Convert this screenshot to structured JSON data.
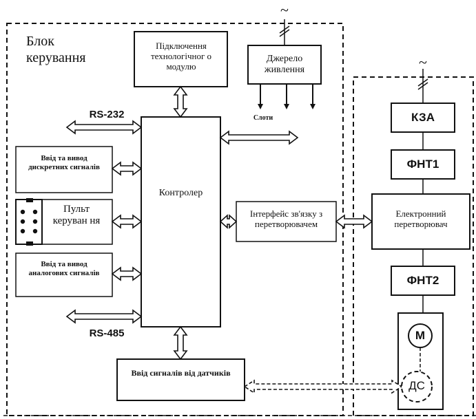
{
  "diagram": {
    "control_unit_title": "Блок керування",
    "tech_module": "Підключення технологічног о модулю",
    "power_source": "Джерело живлення",
    "ac_symbol": "~",
    "slots": "Слоти",
    "rs232": "RS-232",
    "rs485": "RS-485",
    "controller": "Контролер",
    "discrete_io": "Ввід та вивод дискретних сигналів",
    "control_panel": "Пульт керуван ня",
    "analog_io": "Ввід та вивод аналогових сигналів",
    "sensor_input": "Ввід сигналів від датчиків",
    "converter_interface": "Інтерфейс зв'язку з перетворювачем",
    "kza": "КЗА",
    "fnt1": "ФНТ1",
    "electronic_converter": "Електронний перетворювач",
    "fnt2": "ФНТ2",
    "motor": "М",
    "sensor": "ДС"
  }
}
